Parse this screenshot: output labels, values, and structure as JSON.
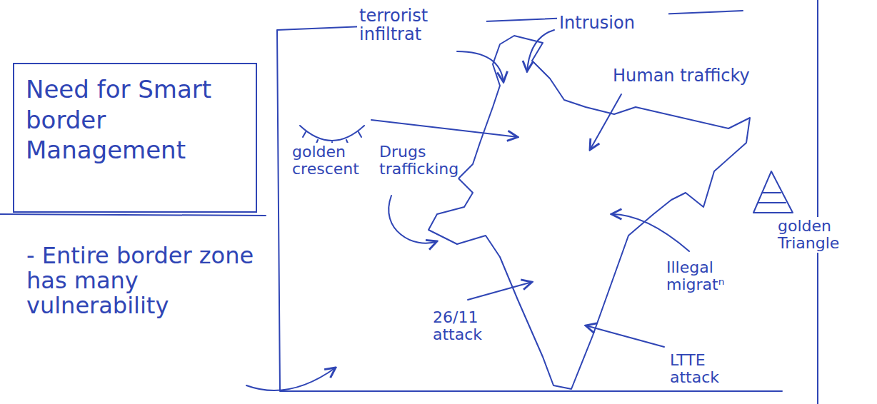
{
  "diagram": {
    "nodes": [
      {
        "text": [
          "Need for Smart border Management"
        ]
      }
    ],
    "labels": [
      "- Entire border zone has many vulnerability",
      "terrorist infiltrat",
      "Intrusion",
      "Human trafficky",
      "golden crescent",
      "Drugs trafficking",
      "golden Triangle",
      "Illegal migratⁿ",
      "26/11 attack",
      "LTTE attack"
    ]
  }
}
